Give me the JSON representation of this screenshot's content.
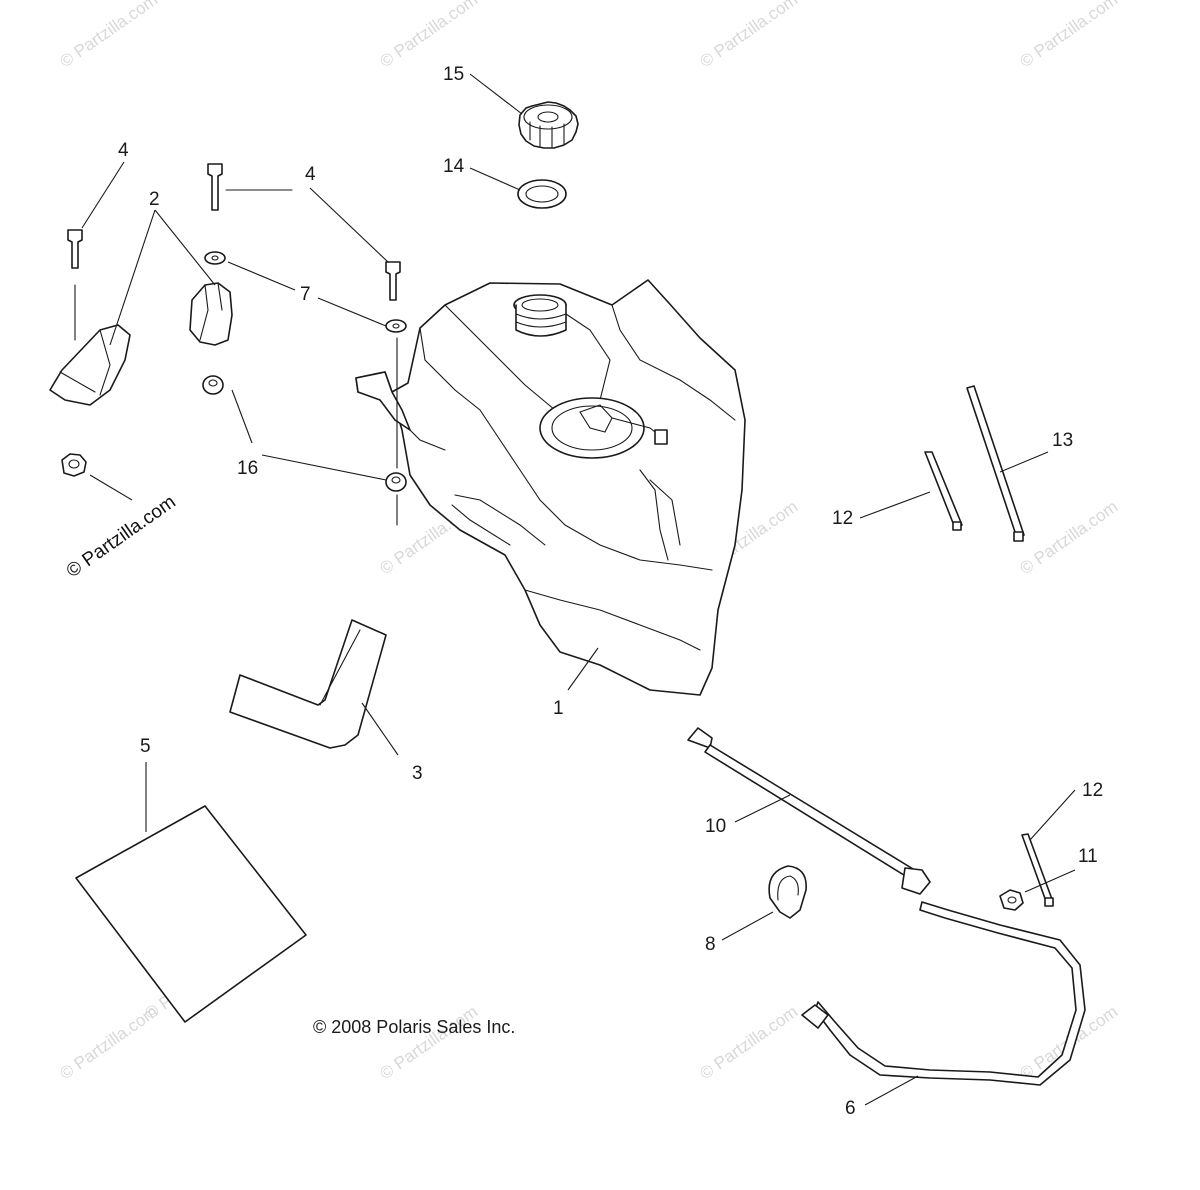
{
  "diagram": {
    "copyright": "© 2008 Polaris Sales Inc.",
    "watermark": "© Partzilla.com",
    "callouts": {
      "c1": "1",
      "c2": "2",
      "c3": "3",
      "c4a": "4",
      "c4b": "4",
      "c5": "5",
      "c6": "6",
      "c7": "7",
      "c8": "8",
      "c10": "10",
      "c11": "11",
      "c12a": "12",
      "c12b": "12",
      "c13": "13",
      "c14": "14",
      "c15": "15",
      "c16": "16"
    },
    "line_color": "#1a1a1a",
    "watermark_color": "#d8d8d8"
  }
}
